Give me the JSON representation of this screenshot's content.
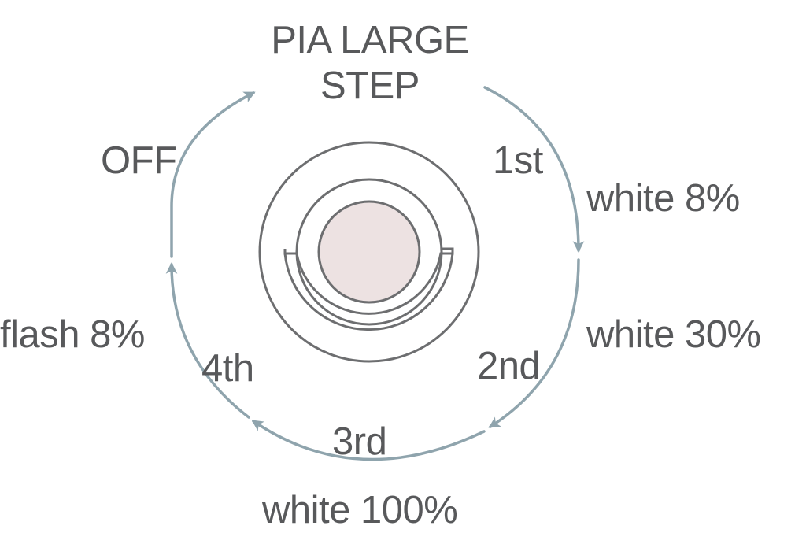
{
  "title": {
    "line1": "PIA LARGE",
    "line2": "STEP"
  },
  "steps": [
    {
      "label": "1st",
      "mode": "white 8%"
    },
    {
      "label": "2nd",
      "mode": "white 30%"
    },
    {
      "label": "3rd",
      "mode": "white 100%"
    },
    {
      "label": "4th",
      "mode": "flash 8%"
    },
    {
      "label": "OFF"
    }
  ],
  "icons": {
    "button": "push-button-icon",
    "arrow": "cycle-arrow-icon"
  },
  "colors": {
    "text": "#58595b",
    "arrow": "#8fa4ad",
    "outline": "#6d6e70",
    "button_fill": "#ede2e2"
  }
}
